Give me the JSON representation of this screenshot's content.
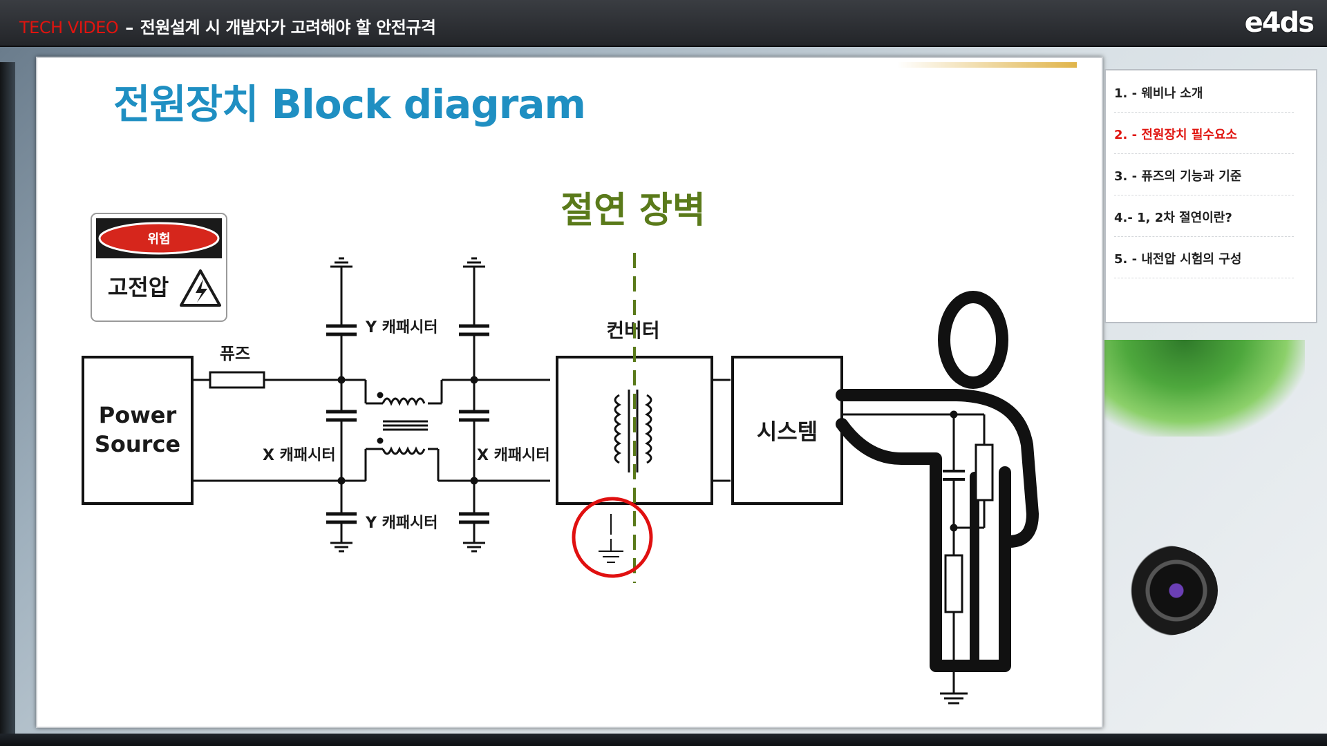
{
  "topbar": {
    "brand": "TECH VIDEO",
    "separator": "–",
    "title": "전원설계 시 개발자가 고려해야 할 안전규격",
    "logo": "e4ds"
  },
  "slide": {
    "title": "전원장치 Block diagram",
    "warning_sign": {
      "top": "위험",
      "bottom": "고전압",
      "icon": "high-voltage-warning-icon"
    },
    "isolation_barrier": "절연 장벽",
    "labels": {
      "fuse": "퓨즈",
      "power_source_line1": "Power",
      "power_source_line2": "Source",
      "y_cap_top": "Y 캐패시터",
      "y_cap_bottom": "Y 캐패시터",
      "x_cap_left": "X 캐패시터",
      "x_cap_right": "X 캐패시터",
      "converter": "컨버터",
      "system": "시스템"
    },
    "colors": {
      "title": "#1f8fc2",
      "barrier": "#5a7a1a",
      "highlight_circle": "#e01010",
      "warning_red": "#d6261c"
    }
  },
  "menu": {
    "items": [
      {
        "label": "1. - 웨비나 소개",
        "active": false
      },
      {
        "label": "2. - 전원장치 필수요소",
        "active": true
      },
      {
        "label": "3. - 퓨즈의 기능과 기준",
        "active": false
      },
      {
        "label": "4.- 1, 2차 절연이란?",
        "active": false
      },
      {
        "label": "5. - 내전압 시험의 구성",
        "active": false
      }
    ]
  }
}
